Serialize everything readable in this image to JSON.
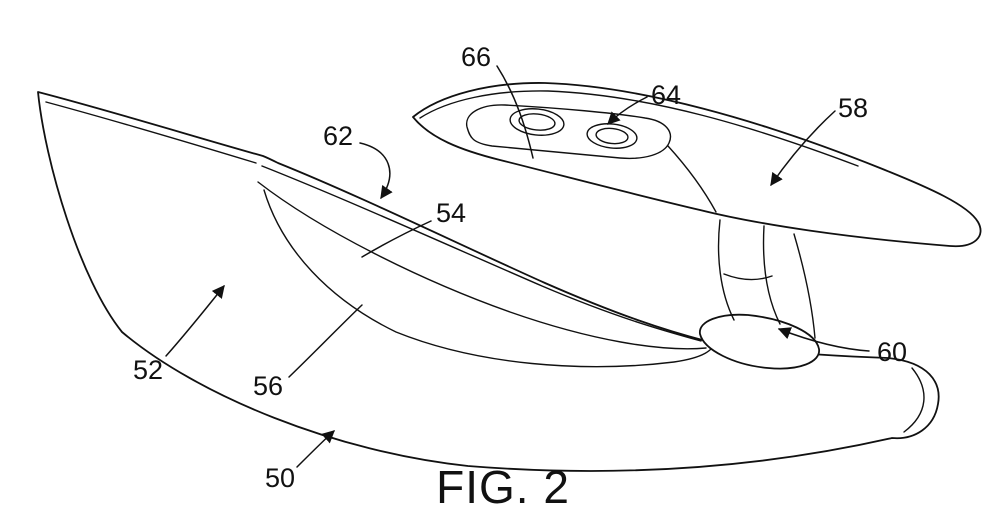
{
  "figure": {
    "caption": "FIG. 2",
    "background_color": "#ffffff",
    "line_color": "#111111",
    "labels": {
      "n50": "50",
      "n52": "52",
      "n54": "54",
      "n56": "56",
      "n58": "58",
      "n60": "60",
      "n62": "62",
      "n64": "64",
      "n66": "66"
    }
  }
}
